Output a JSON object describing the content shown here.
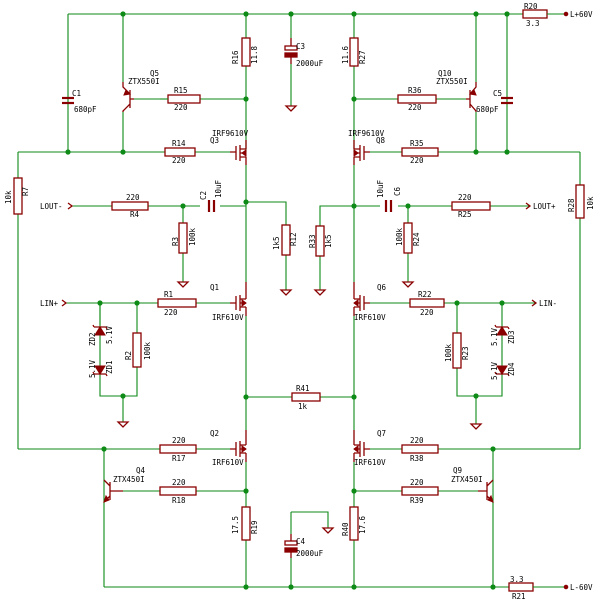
{
  "supply": {
    "pos_label": "L+60V",
    "neg_label": "L-60V"
  },
  "inputs": {
    "lout_minus": "LOUT-",
    "lout_plus": "LOUT+",
    "lin_plus": "LIN+",
    "lin_minus": "LIN-"
  },
  "transistors": {
    "q1": {
      "ref": "Q1",
      "type": "IRF610V"
    },
    "q2": {
      "ref": "Q2",
      "type": "IRF610V"
    },
    "q3": {
      "ref": "Q3",
      "type": "IRF9610V"
    },
    "q4": {
      "ref": "Q4",
      "type": "ZTX450I"
    },
    "q5": {
      "ref": "Q5",
      "type": "ZTX550I"
    },
    "q6": {
      "ref": "Q6",
      "type": "IRF610V"
    },
    "q7": {
      "ref": "Q7",
      "type": "IRF610V"
    },
    "q8": {
      "ref": "Q8",
      "type": "IRF9610V"
    },
    "q9": {
      "ref": "Q9",
      "type": "ZTX450I"
    },
    "q10": {
      "ref": "Q10",
      "type": "ZTX550I"
    }
  },
  "resistors": {
    "r1": {
      "ref": "R1",
      "value": "220"
    },
    "r2": {
      "ref": "R2",
      "value": "100k"
    },
    "r3": {
      "ref": "R3",
      "value": "100k"
    },
    "r4": {
      "ref": "R4",
      "value": "220"
    },
    "r7": {
      "ref": "R7",
      "value": "10k"
    },
    "r12": {
      "ref": "R12",
      "value": "1k5"
    },
    "r14": {
      "ref": "R14",
      "value": "220"
    },
    "r15": {
      "ref": "R15",
      "value": "220"
    },
    "r16": {
      "ref": "R16",
      "value": "11.8"
    },
    "r17": {
      "ref": "R17",
      "value": "220"
    },
    "r18": {
      "ref": "R18",
      "value": "220"
    },
    "r19": {
      "ref": "R19",
      "value": "17.5"
    },
    "r20": {
      "ref": "R20",
      "value": "3.3"
    },
    "r21": {
      "ref": "R21",
      "value": "3.3"
    },
    "r22": {
      "ref": "R22",
      "value": "220"
    },
    "r23": {
      "ref": "R23",
      "value": "100k"
    },
    "r24": {
      "ref": "R24",
      "value": "100k"
    },
    "r25": {
      "ref": "R25",
      "value": "220"
    },
    "r27": {
      "ref": "R27",
      "value": "11.6"
    },
    "r28": {
      "ref": "R28",
      "value": "10k"
    },
    "r33": {
      "ref": "R33",
      "value": "1k5"
    },
    "r35": {
      "ref": "R35",
      "value": "220"
    },
    "r36": {
      "ref": "R36",
      "value": "220"
    },
    "r38": {
      "ref": "R38",
      "value": "220"
    },
    "r39": {
      "ref": "R39",
      "value": "220"
    },
    "r40": {
      "ref": "R40",
      "value": "17.6"
    },
    "r41": {
      "ref": "R41",
      "value": "1k"
    }
  },
  "capacitors": {
    "c1": {
      "ref": "C1",
      "value": "680pF"
    },
    "c2": {
      "ref": "C2",
      "value": "10uF"
    },
    "c3": {
      "ref": "C3",
      "value": "2000uF"
    },
    "c4": {
      "ref": "C4",
      "value": "2000uF"
    },
    "c5": {
      "ref": "C5",
      "value": "680pF"
    },
    "c6": {
      "ref": "C6",
      "value": "10uF"
    }
  },
  "diodes": {
    "zd1": {
      "ref": "ZD1",
      "value": "5.1V"
    },
    "zd2": {
      "ref": "ZD2",
      "value": "5.1V"
    },
    "zd3": {
      "ref": "ZD3",
      "value": "5.1V"
    },
    "zd4": {
      "ref": "ZD4",
      "value": "5.1V"
    }
  }
}
